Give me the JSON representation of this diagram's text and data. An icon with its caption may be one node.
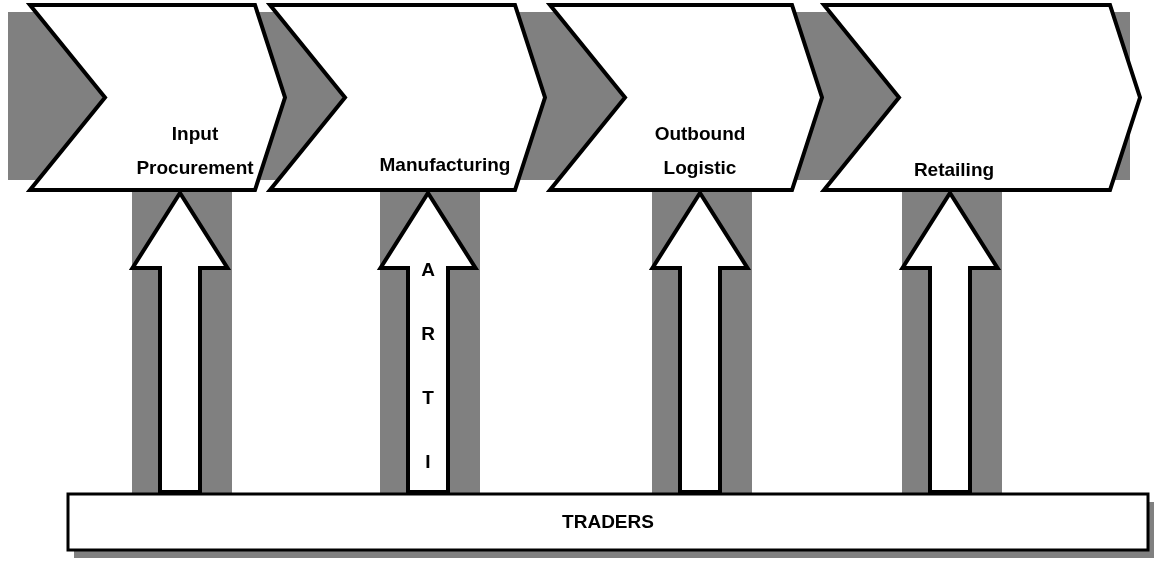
{
  "diagram": {
    "nodes": [
      {
        "text": [
          "Input Procurement"
        ]
      },
      {
        "text": [
          "Manufacturing"
        ]
      },
      {
        "text": [
          "Outbound Logistic"
        ]
      },
      {
        "text": [
          "Retailing"
        ]
      },
      {
        "text": [
          "TRADERS"
        ]
      }
    ],
    "edges": [
      {
        "from": 4,
        "to": 0,
        "arrow": "to"
      },
      {
        "from": 4,
        "to": 1,
        "arrow": "to",
        "label": "ARTI"
      },
      {
        "from": 4,
        "to": 2,
        "arrow": "to"
      },
      {
        "from": 4,
        "to": 3,
        "arrow": "to"
      }
    ]
  }
}
